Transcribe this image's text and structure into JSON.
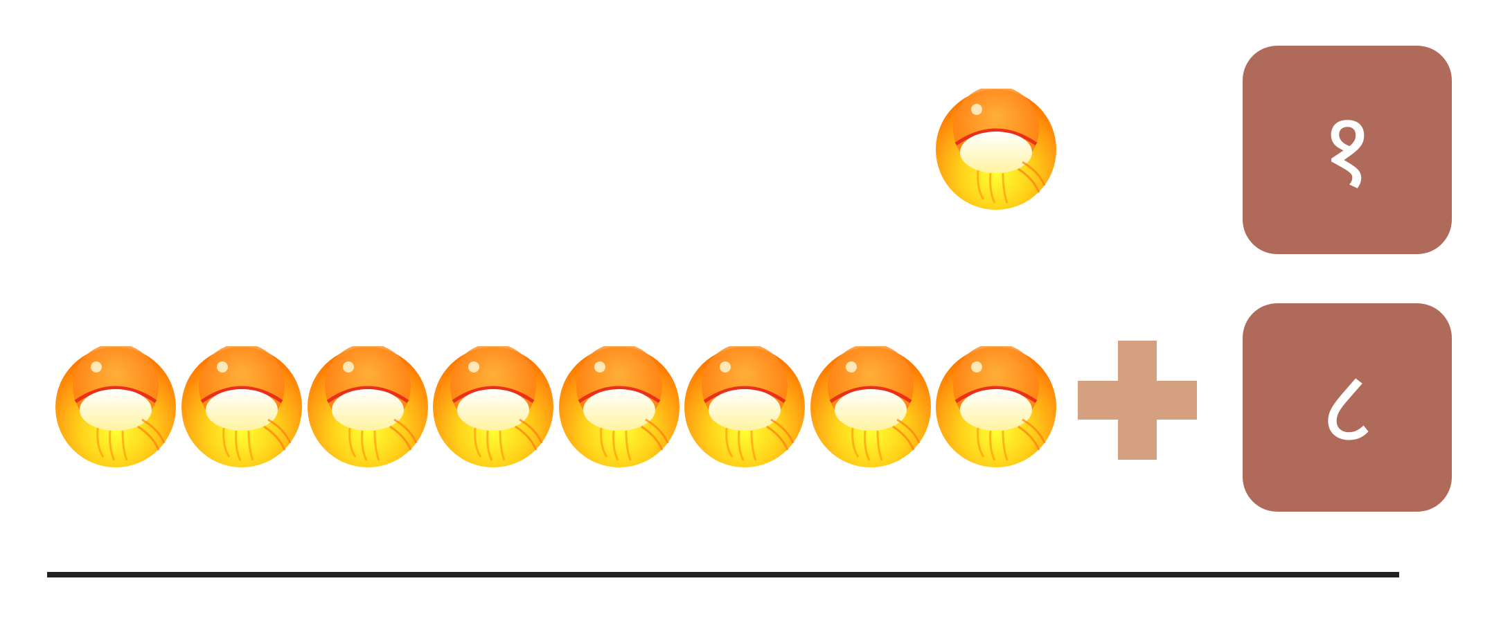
{
  "colors": {
    "card": "#b06a5a",
    "plus": "#d4a07f",
    "line": "#222222",
    "digit": "#ffffff"
  },
  "icons": {
    "ball": "orange-ball-icon",
    "operator": "plus-icon"
  },
  "top_row": {
    "ball_count": 1,
    "digit": "१"
  },
  "bottom_row": {
    "ball_count": 8,
    "digit": "८"
  }
}
